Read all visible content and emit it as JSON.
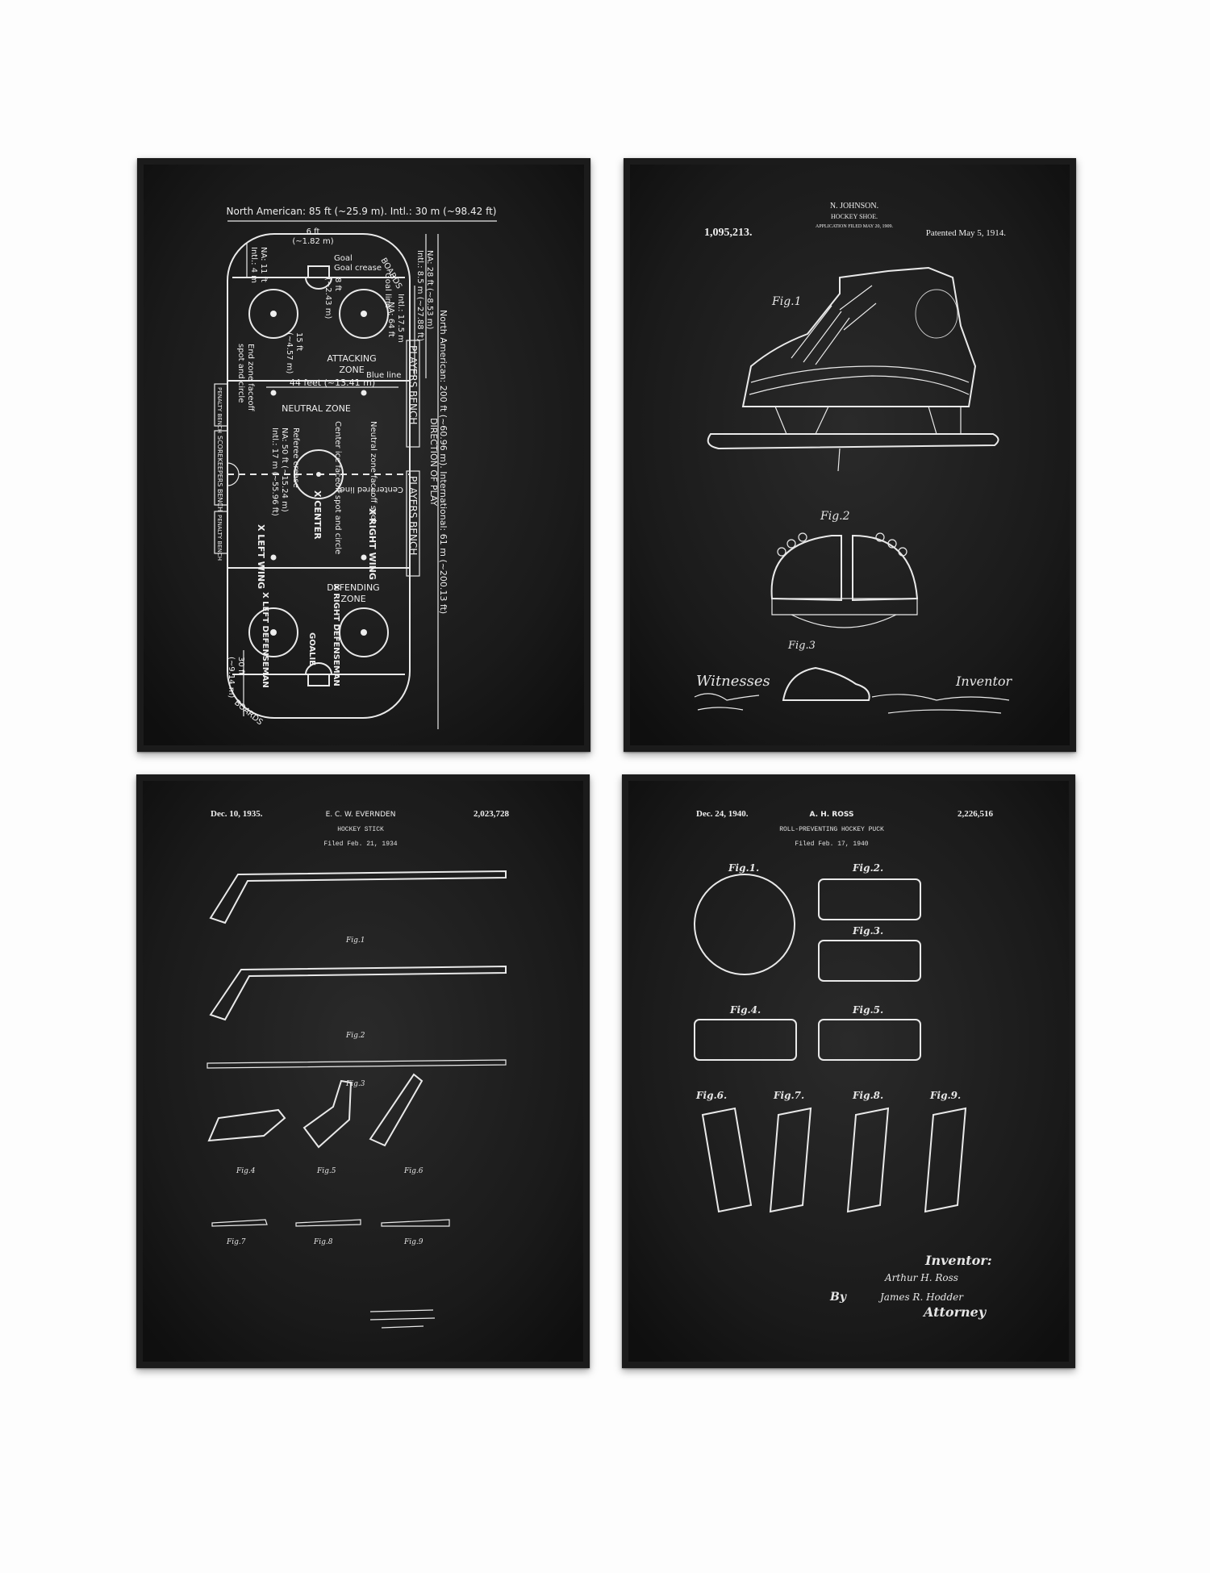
{
  "posters": {
    "rink": {
      "top_dim": "North American: 85 ft (~25.9 m). Intl.: 30 m (~98.42 ft)",
      "boards": "BOARDS",
      "six_ft": "6 ft",
      "six_m": "(~1.82 m)",
      "goal": "Goal",
      "goal_crease": "Goal crease",
      "goal_line": "Goal line",
      "na11": "NA: 11 ft",
      "intl4": "Intl.: 4 m",
      "na28": "NA: 28 ft (~8.53 m)",
      "intl85": "Intl.: 8.5 m (~27.88 ft)",
      "intl175": "Intl.: 17.5 m",
      "na64": "NA: 64 ft",
      "blue_line": "Blue line",
      "eight_ft": "8 ft",
      "eight_m": "(~2.43 m)",
      "fifteen_ft": "15 ft",
      "fifteen_m": "(~4.57 m)",
      "end_zone": "End zone faceoff",
      "spot_circle": "spot and circle",
      "attacking": "ATTACKING",
      "attacking_zone": "ZONE",
      "players_bench": "PLAYERS BENCH",
      "total_dim": "North American: 200 ft (~60.96 m). International: 61 m (~200.13 ft)",
      "direction": "DIRECTION OF PLAY",
      "forty_four": "44 feet (~13.41 m)",
      "neutral_zone": "NEUTRAL ZONE",
      "penalty_bench": "PENALTY BENCH",
      "scorekeepers_bench": "SCOREKEEPERS BENCH",
      "nz_spot": "Neutral zone faceoff spot",
      "center_ice": "Center ice faceoff spot and circle",
      "referee": "Referee crease",
      "na50": "NA: 50 ft (~15.24 m)",
      "intl17": "Intl.: 17 m (~55.96 ft)",
      "center_red": "Center (red line)",
      "x_center": "X CENTER",
      "x_right_wing": "X RIGHT WING",
      "x_left_wing": "X LEFT WING",
      "defending": "DEFENDING",
      "defending_zone": "ZONE",
      "x_left_def": "X LEFT DEFENSEMAN",
      "x_right_def": "X RIGHT DEFENSEMAN",
      "goalie": "GOALIE",
      "thirty_ft": "30 ft",
      "thirty_m": "(~9.14 m)"
    },
    "skate": {
      "inventor": "N. JOHNSON.",
      "title": "HOCKEY SHOE.",
      "filed": "APPLICATION FILED MAY 20, 1909.",
      "number": "1,095,213.",
      "patented": "Patented May 5, 1914.",
      "fig1": "Fig.1",
      "fig2": "Fig.2",
      "fig3": "Fig.3",
      "witnesses": "Witnesses",
      "inventor_label": "Inventor"
    },
    "stick": {
      "date": "Dec. 10, 1935.",
      "inventor": "E. C. W. EVERNDEN",
      "number": "2,023,728",
      "title": "HOCKEY STICK",
      "filed": "Filed Feb. 21, 1934",
      "figs": [
        "Fig.1",
        "Fig.2",
        "Fig.3",
        "Fig.4",
        "Fig.5",
        "Fig.6",
        "Fig.7",
        "Fig.8",
        "Fig.9"
      ]
    },
    "puck": {
      "date": "Dec. 24, 1940.",
      "inventor": "A. H. ROSS",
      "number": "2,226,516",
      "title": "ROLL-PREVENTING HOCKEY PUCK",
      "filed": "Filed Feb. 17, 1940",
      "figs": [
        "Fig.1.",
        "Fig.2.",
        "Fig.3.",
        "Fig.4.",
        "Fig.5.",
        "Fig.6.",
        "Fig.7.",
        "Fig.8.",
        "Fig.9."
      ],
      "inventor_label": "Inventor:",
      "inventor_sig": "Arthur H. Ross",
      "by": "By",
      "attorney_sig": "James R. Hodder",
      "attorney": "Attorney"
    }
  },
  "colors": {
    "chalkboard": "#151515",
    "chalk": "#e9e9e9",
    "frame": "#1b1b1b",
    "wall": "#fdfdfd"
  }
}
